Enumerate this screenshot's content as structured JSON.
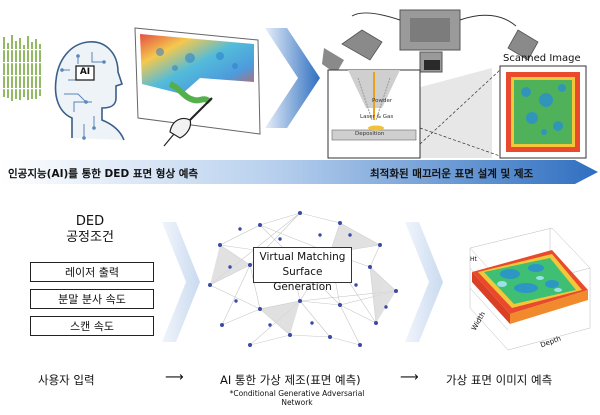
{
  "top": {
    "ai_badge": "AI",
    "scanned_image_label": "Scanned Image",
    "powder_label": "Powder",
    "laser_gas_label": "Laser & Gas",
    "deposition_label": "Deposition"
  },
  "banner": {
    "left_text": "인공지능(AI)를 통한 DED 표면 형상 예측",
    "right_text": "최적화된 매끄러운 표면 설계 및 제조",
    "color": "#2f6fc0"
  },
  "inputs": {
    "title_line1": "DED",
    "title_line2": "공정조건",
    "params": [
      "레이저 출력",
      "분말 분사 속도",
      "스캔 속도"
    ]
  },
  "network": {
    "box_line1": "Virtual Matching",
    "box_line2": "Surface Generation"
  },
  "plot3d": {
    "z_label": "Ht",
    "x_label": "Width",
    "y_label": "Depth"
  },
  "flow": {
    "step1": "사용자 입력",
    "step2": "AI 통한 가상 제조(표면 예측)",
    "step3": "가상 표면 이미지 예측",
    "note_line1": "*Conditional Generative Adversarial",
    "note_line2": "Network"
  }
}
